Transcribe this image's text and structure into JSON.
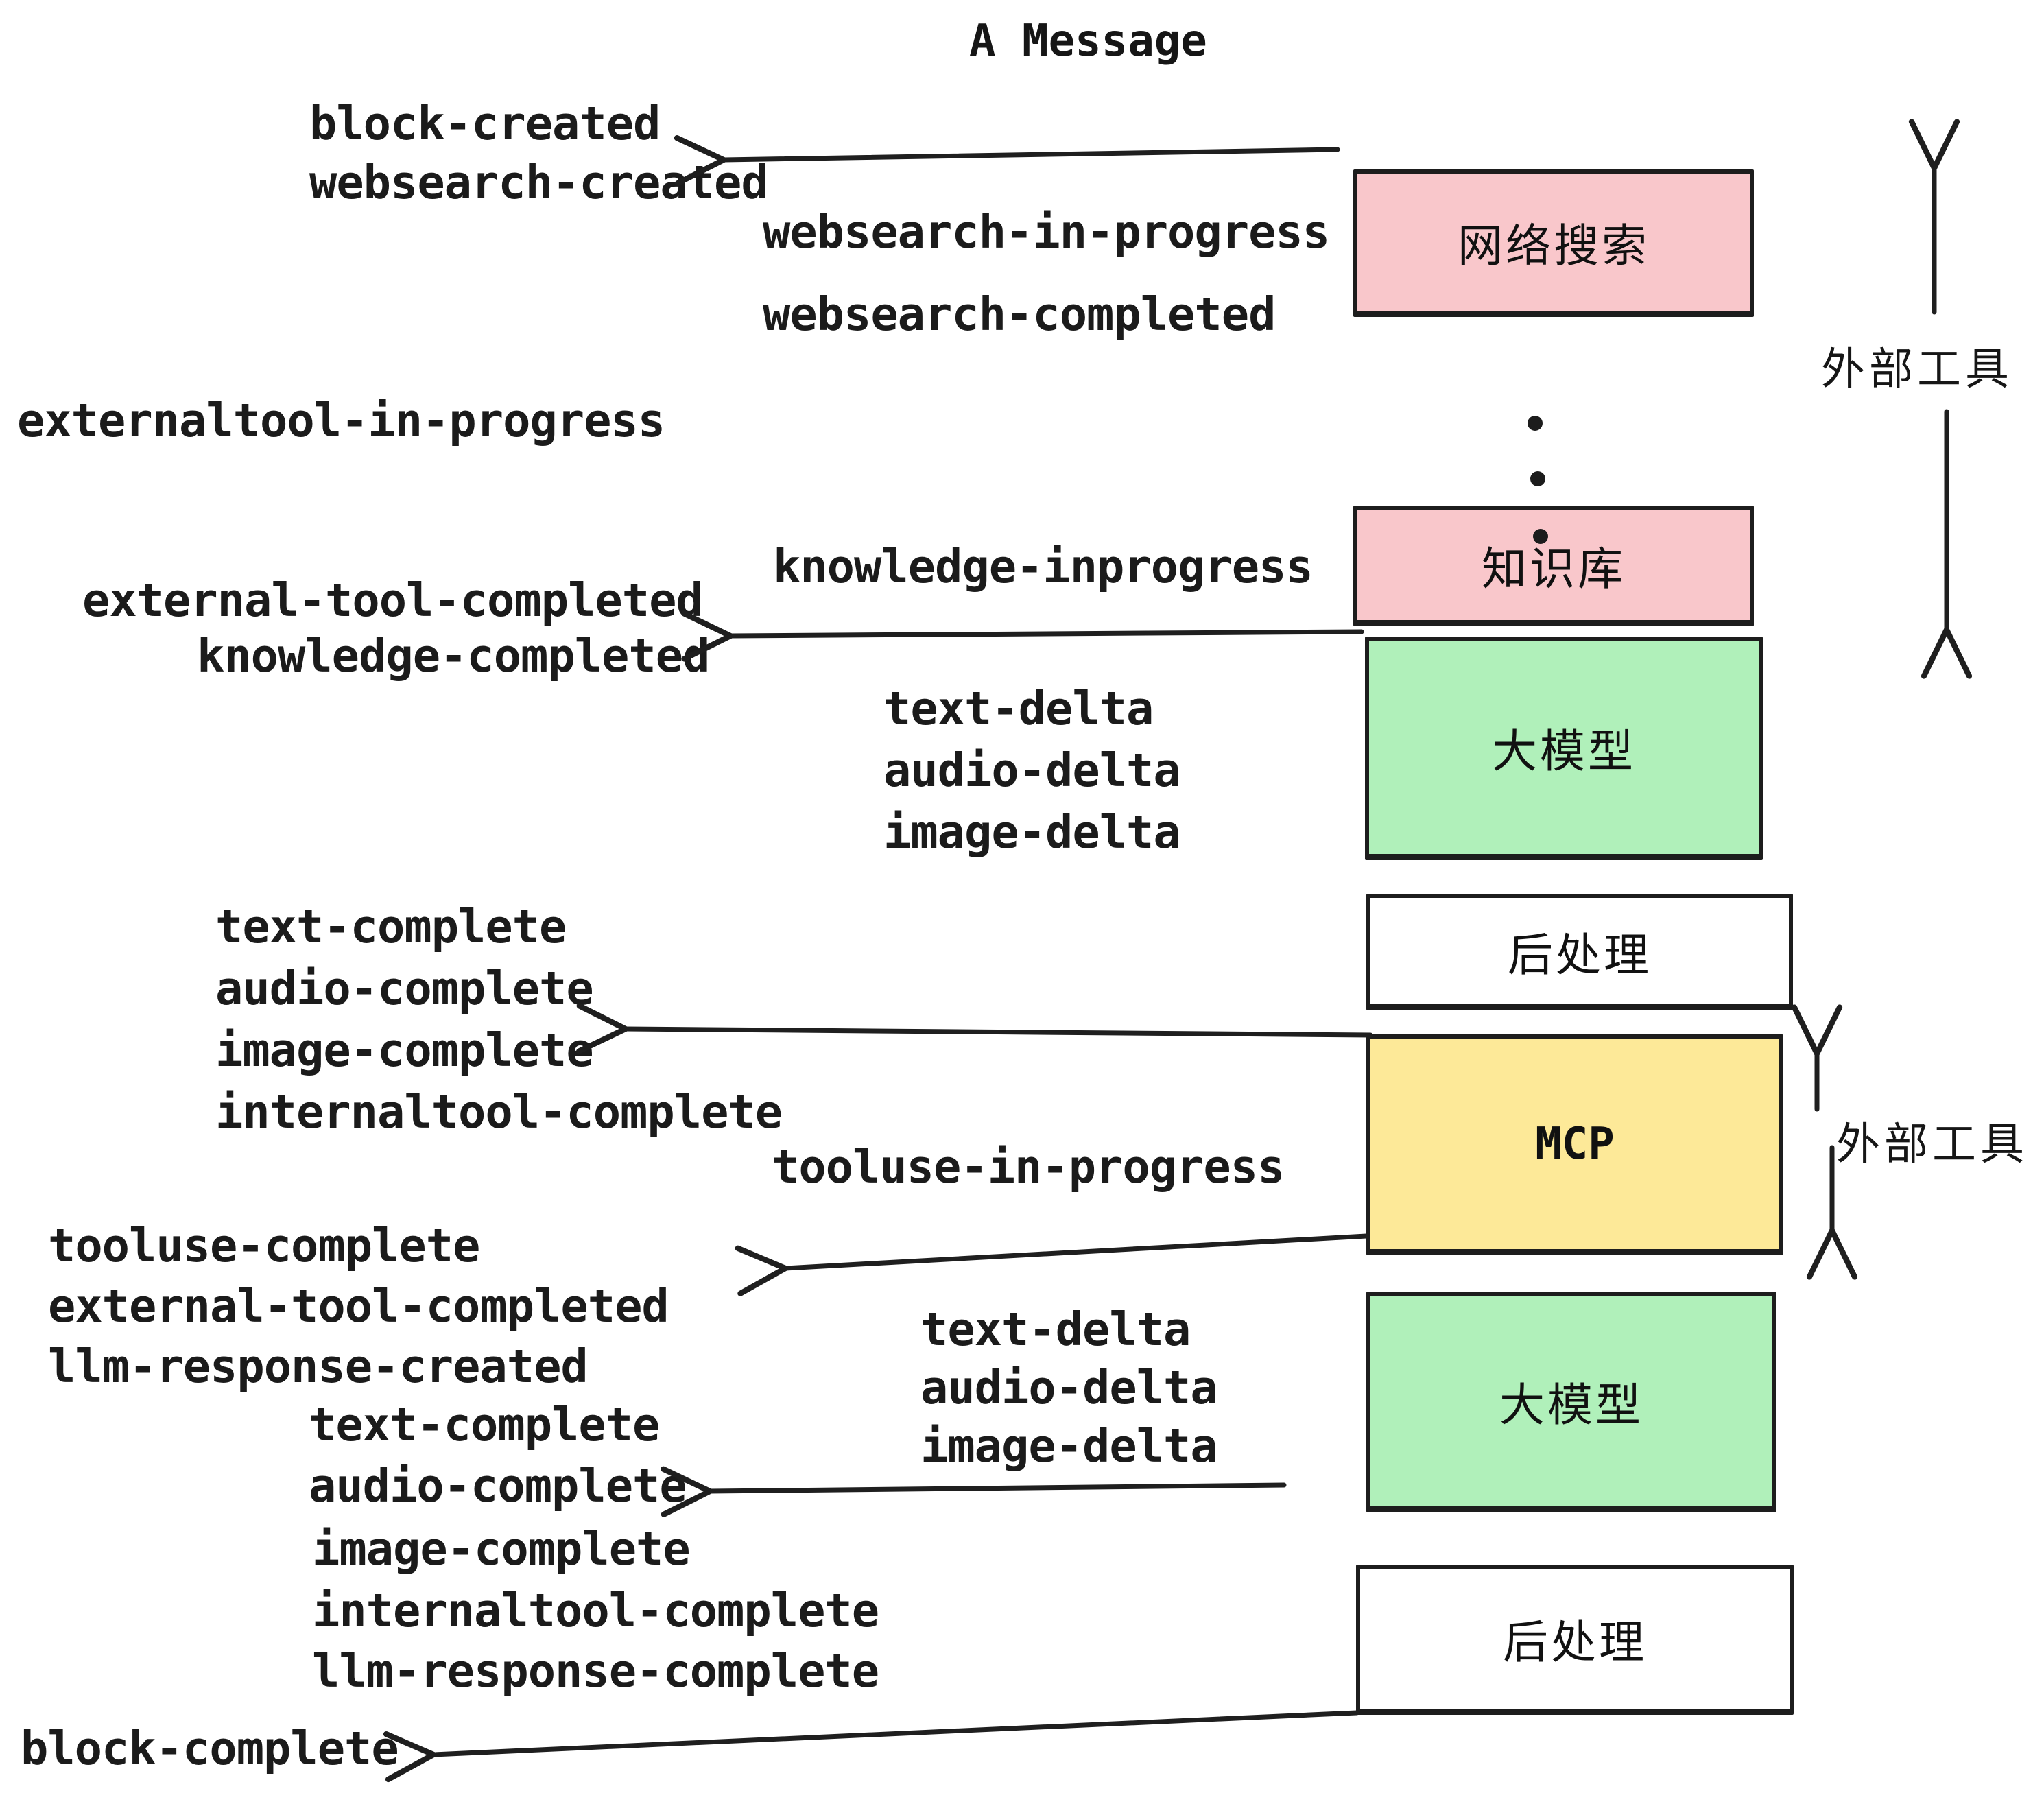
{
  "title": "A Message",
  "colors": {
    "box_pink": "#F9C7CB",
    "box_green": "#B0F0BA",
    "box_yellow": "#FDE998",
    "box_white": "#FFFFFF",
    "line": "#1F1F1F",
    "background": "#FFFFFF"
  },
  "boxes": {
    "websearch": {
      "label": "网络搜索"
    },
    "knowledge": {
      "label": "知识库"
    },
    "llm1": {
      "label": "大模型"
    },
    "post1": {
      "label": "后处理"
    },
    "mcp": {
      "label": "MCP"
    },
    "llm2": {
      "label": "大模型"
    },
    "post2": {
      "label": "后处理"
    }
  },
  "side_labels": {
    "external_tools_top": "外部工具",
    "external_tools_mcp": "外部工具"
  },
  "events": {
    "block_created": "block-created",
    "websearch_created": "websearch-created",
    "websearch_in_progress": "websearch-in-progress",
    "websearch_completed": "websearch-completed",
    "externaltool_in_progress": "externaltool-in-progress",
    "knowledge_inprogress": "knowledge-inprogress",
    "external_tool_completed_1": "external-tool-completed",
    "knowledge_completed": "knowledge-completed",
    "text_delta_1": "text-delta",
    "audio_delta_1": "audio-delta",
    "image_delta_1": "image-delta",
    "text_complete_1": "text-complete",
    "audio_complete_1": "audio-complete",
    "image_complete_1": "image-complete",
    "internaltool_complete_1": "internaltool-complete",
    "tooluse_in_progress": "tooluse-in-progress",
    "tooluse_complete": "tooluse-complete",
    "external_tool_completed_2": "external-tool-completed",
    "llm_response_created": "llm-response-created",
    "text_complete_2": "text-complete",
    "audio_complete_2": "audio-complete",
    "text_delta_2": "text-delta",
    "audio_delta_2": "audio-delta",
    "image_delta_2": "image-delta",
    "image_complete_2": "image-complete",
    "internaltool_complete_2": "internaltool-complete",
    "llm_response_complete": "llm-response-complete",
    "block_complete": "block-complete"
  }
}
